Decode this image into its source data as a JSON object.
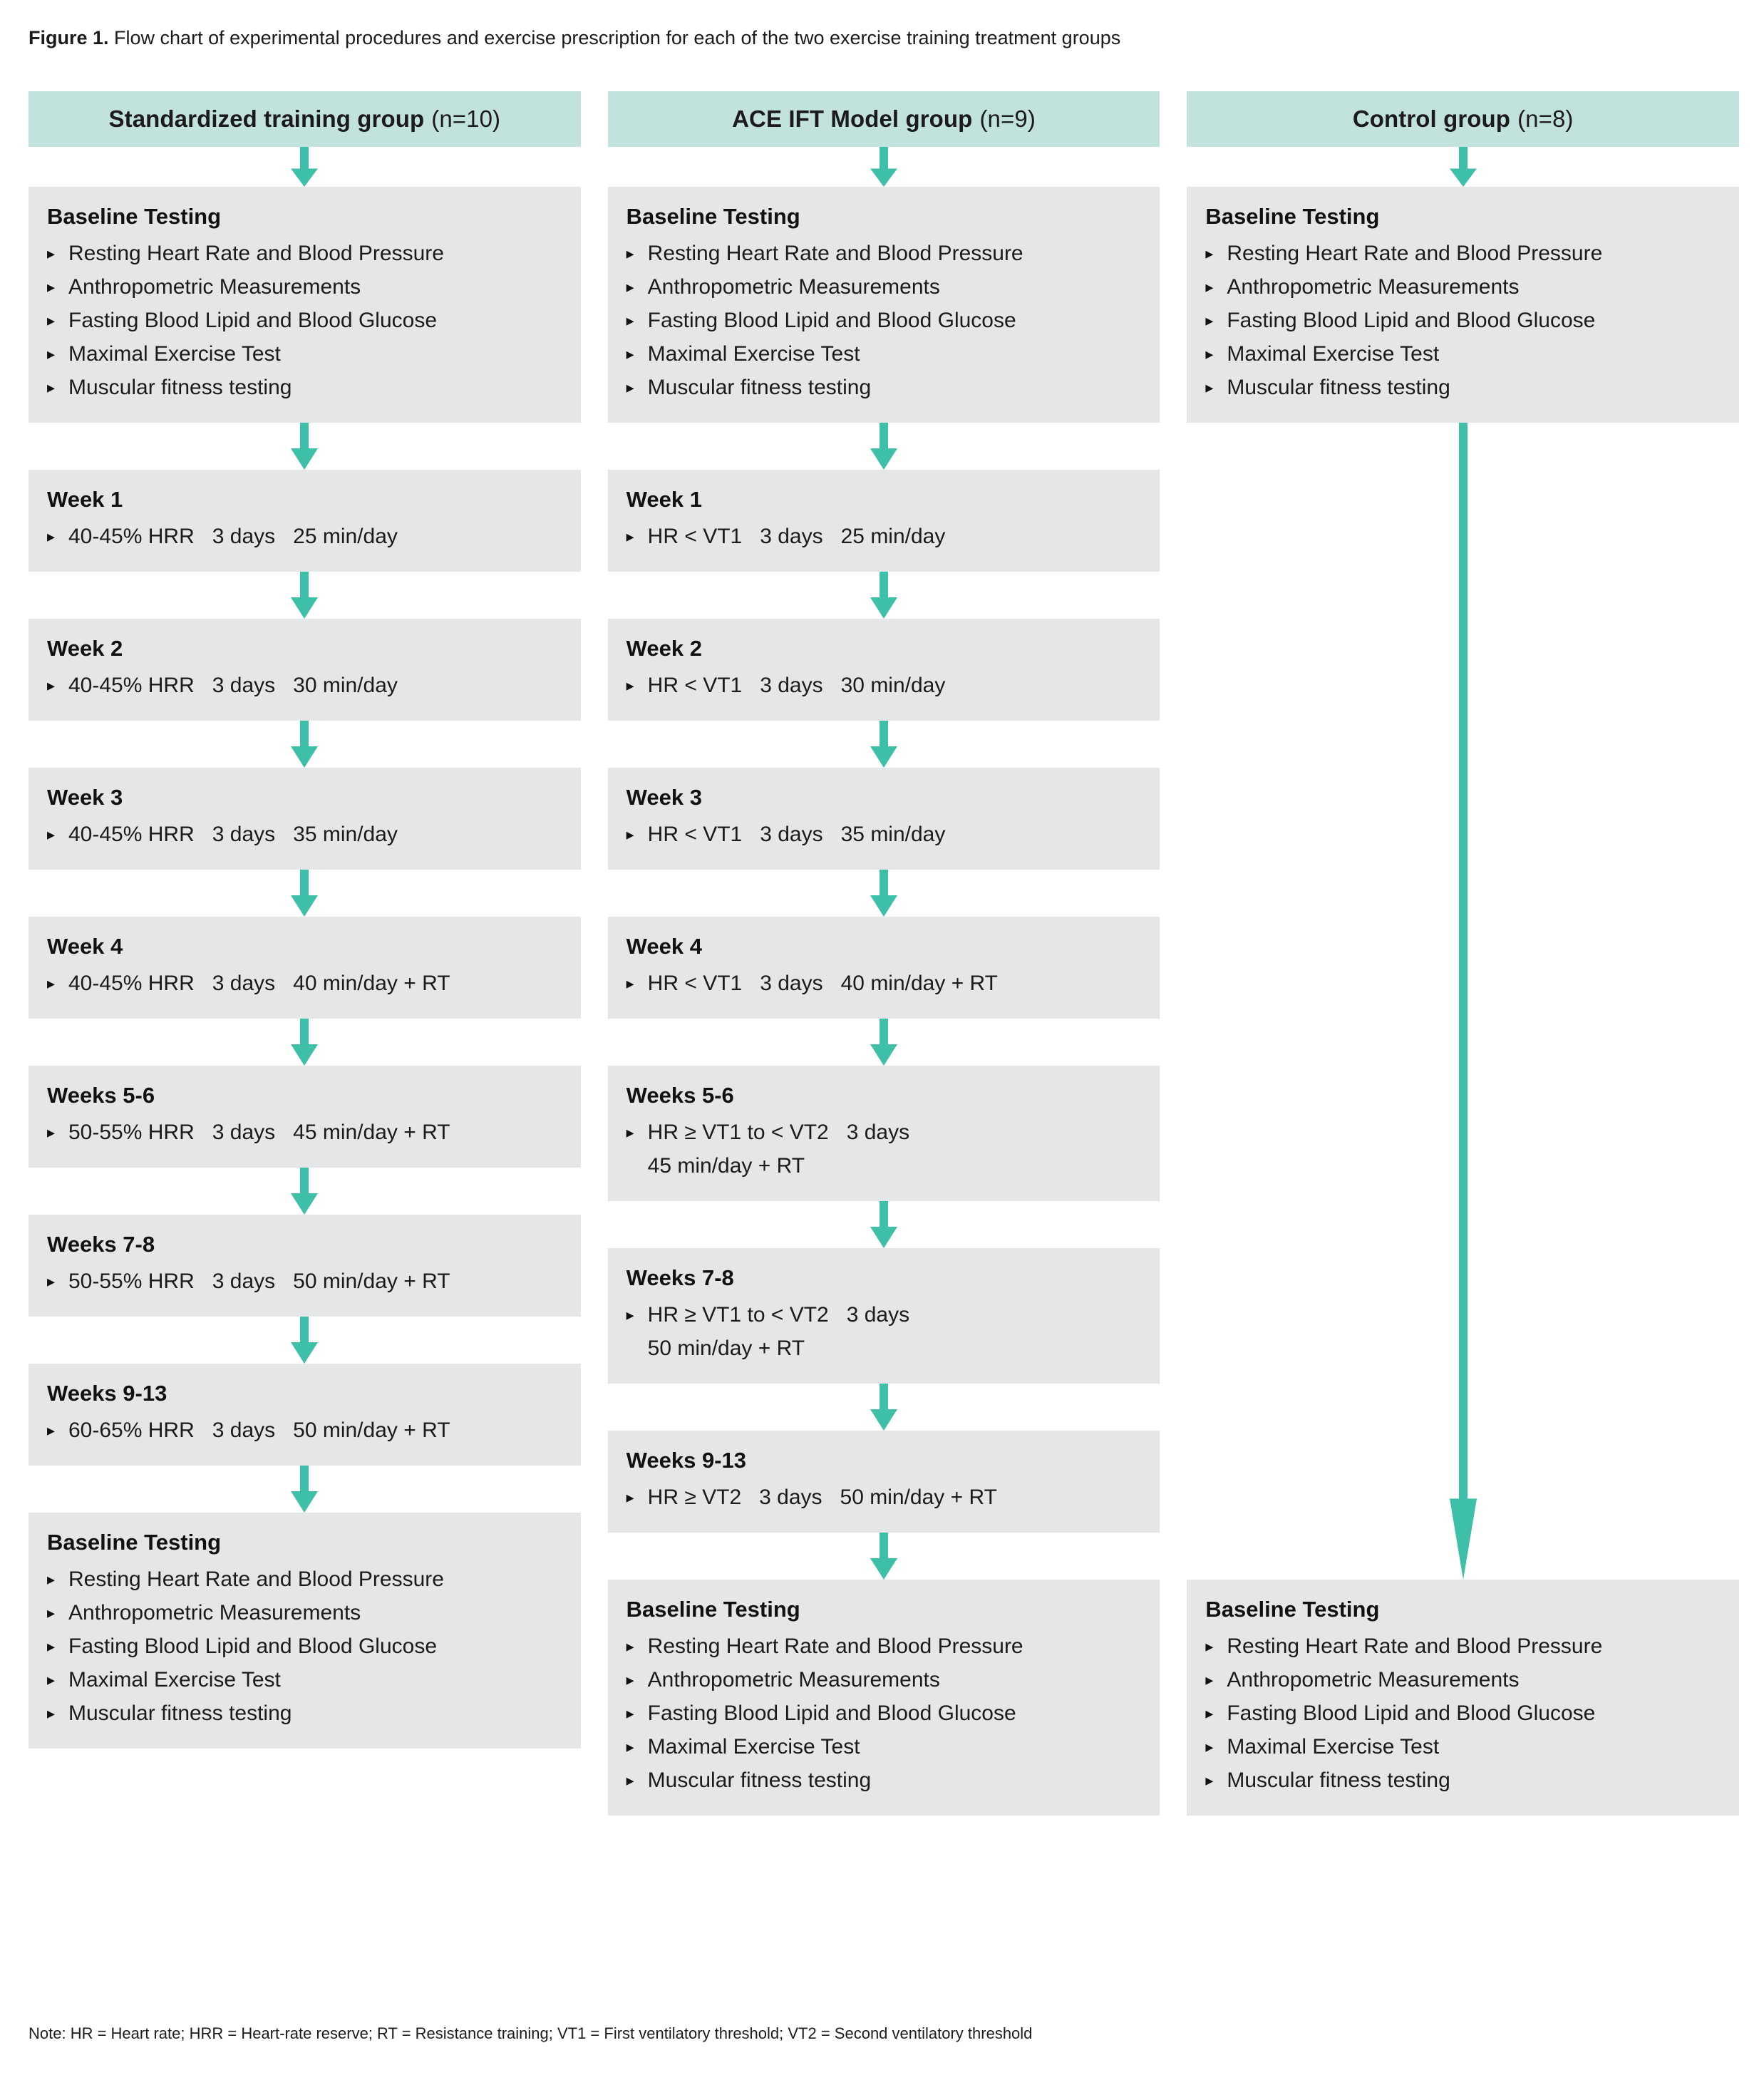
{
  "figure": {
    "label": "Figure 1.",
    "caption": " Flow chart of experimental procedures and exercise prescription for each of the two exercise training treatment groups"
  },
  "colors": {
    "header_band": "#c2e3dd",
    "box_background": "#e5e6e7",
    "arrow_teal": "#3ebfa8",
    "text": "#1b1b1b"
  },
  "columns": [
    {
      "header_title": "Standardized training group",
      "header_n": "(n=10)",
      "baseline_top": {
        "title": "Baseline Testing",
        "items": [
          "Resting Heart Rate and Blood Pressure",
          "Anthropometric Measurements",
          "Fasting Blood Lipid and Blood Glucose",
          "Maximal Exercise Test",
          "Muscular fitness testing"
        ]
      },
      "weeks": [
        {
          "title": "Week 1",
          "line1": "40-45% HRR   3 days   25 min/day",
          "line2": ""
        },
        {
          "title": "Week 2",
          "line1": "40-45% HRR   3 days   30 min/day",
          "line2": ""
        },
        {
          "title": "Week 3",
          "line1": "40-45% HRR   3 days   35 min/day",
          "line2": ""
        },
        {
          "title": "Week 4",
          "line1": "40-45% HRR   3 days   40 min/day + RT",
          "line2": ""
        },
        {
          "title": "Weeks 5-6",
          "line1": "50-55% HRR   3 days   45 min/day + RT",
          "line2": ""
        },
        {
          "title": "Weeks 7-8",
          "line1": "50-55% HRR   3 days   50 min/day + RT",
          "line2": ""
        },
        {
          "title": "Weeks 9-13",
          "line1": "60-65% HRR   3 days   50 min/day + RT",
          "line2": ""
        }
      ],
      "baseline_bottom": {
        "title": "Baseline Testing",
        "items": [
          "Resting Heart Rate and Blood Pressure",
          "Anthropometric Measurements",
          "Fasting Blood Lipid and Blood Glucose",
          "Maximal Exercise Test",
          "Muscular fitness testing"
        ]
      }
    },
    {
      "header_title": "ACE IFT Model group",
      "header_n": "(n=9)",
      "baseline_top": {
        "title": "Baseline Testing",
        "items": [
          "Resting Heart Rate and Blood Pressure",
          "Anthropometric Measurements",
          "Fasting Blood Lipid and Blood Glucose",
          "Maximal Exercise Test",
          "Muscular fitness testing"
        ]
      },
      "weeks": [
        {
          "title": "Week 1",
          "line1": "HR < VT1   3 days   25 min/day",
          "line2": ""
        },
        {
          "title": "Week 2",
          "line1": "HR < VT1   3 days   30 min/day",
          "line2": ""
        },
        {
          "title": "Week 3",
          "line1": "HR < VT1   3 days   35 min/day",
          "line2": ""
        },
        {
          "title": "Week 4",
          "line1": "HR < VT1   3 days   40 min/day + RT",
          "line2": ""
        },
        {
          "title": "Weeks 5-6",
          "line1": "HR ≥ VT1 to < VT2   3 days",
          "line2": "45 min/day + RT"
        },
        {
          "title": "Weeks 7-8",
          "line1": "HR ≥ VT1 to < VT2   3 days",
          "line2": "50 min/day + RT"
        },
        {
          "title": "Weeks 9-13",
          "line1": "HR ≥ VT2   3 days   50 min/day + RT",
          "line2": ""
        }
      ],
      "baseline_bottom": {
        "title": "Baseline Testing",
        "items": [
          "Resting Heart Rate and Blood Pressure",
          "Anthropometric Measurements",
          "Fasting Blood Lipid and Blood Glucose",
          "Maximal Exercise Test",
          "Muscular fitness testing"
        ]
      }
    },
    {
      "header_title": "Control group",
      "header_n": "(n=8)",
      "baseline_top": {
        "title": "Baseline Testing",
        "items": [
          "Resting Heart Rate and Blood Pressure",
          "Anthropometric Measurements",
          "Fasting Blood Lipid and Blood Glucose",
          "Maximal Exercise Test",
          "Muscular fitness testing"
        ]
      },
      "weeks": [],
      "baseline_bottom": {
        "title": "Baseline Testing",
        "items": [
          "Resting Heart Rate and Blood Pressure",
          "Anthropometric Measurements",
          "Fasting Blood Lipid and Blood Glucose",
          "Maximal Exercise Test",
          "Muscular fitness testing"
        ]
      }
    }
  ],
  "note": "Note: HR = Heart rate; HRR = Heart-rate reserve; RT = Resistance training; VT1 = First ventilatory threshold; VT2 = Second ventilatory threshold",
  "bullet_glyph": "▸"
}
